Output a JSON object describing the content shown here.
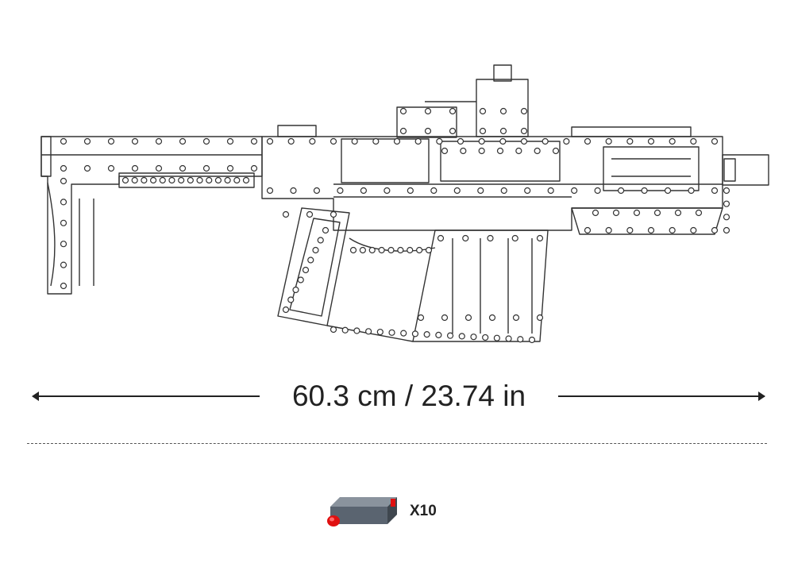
{
  "product": {
    "icon": "toy-blaster-line-drawing"
  },
  "dimension": {
    "label": "60.3 cm / 23.74 in"
  },
  "accessory": {
    "icon": "foam-dart-icon",
    "count_label": "X10",
    "colors": {
      "body": "#5a6470",
      "tip": "#e01010"
    }
  }
}
